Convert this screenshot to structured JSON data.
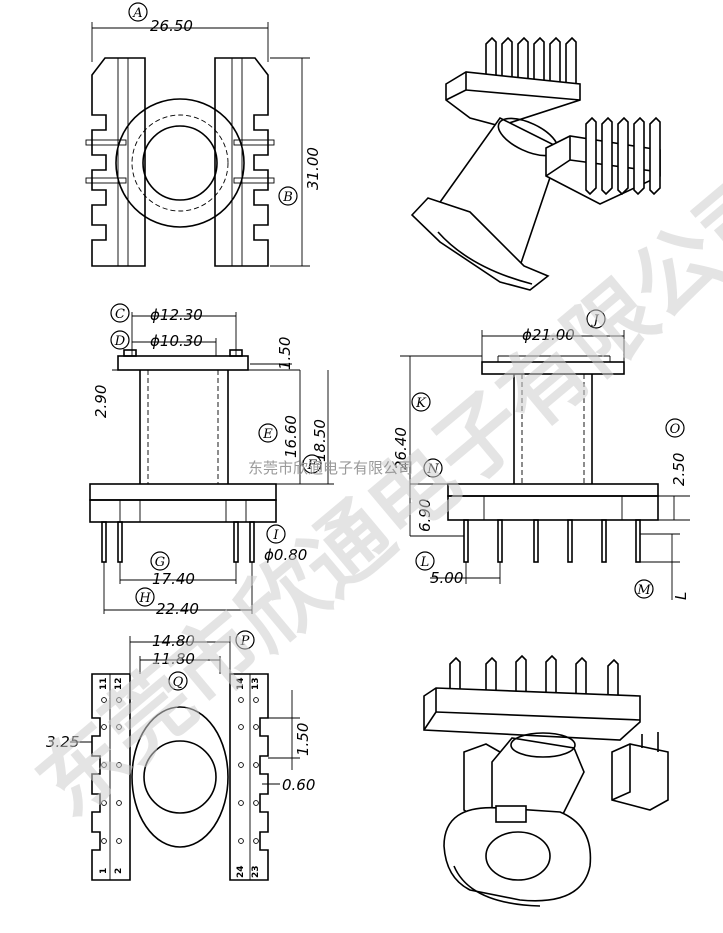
{
  "dimensions": {
    "top_width": "26.50",
    "top_height": "31.00",
    "c_dia": "ϕ12.30",
    "d_dia": "ϕ10.30",
    "flange_thk": "1.50",
    "d_offset": "2.90",
    "e_height": "16.60",
    "f_height": "18.50",
    "i_pin": "ϕ0.80",
    "g_span": "17.40",
    "h_width": "22.40",
    "j_dia": "ϕ21.00",
    "k_height": "26.40",
    "n_base": "6.90",
    "o_pin": "2.50",
    "l_pitch": "5.00",
    "m_label": "L",
    "p_width": "14.80",
    "q_width": "11.80",
    "left_step": "3.25",
    "right_step": "1.50",
    "slot_w": "0.60"
  },
  "labels": [
    "A",
    "B",
    "C",
    "D",
    "E",
    "F",
    "G",
    "H",
    "I",
    "J",
    "K",
    "L",
    "M",
    "N",
    "O",
    "P",
    "Q"
  ],
  "pin_numbers": {
    "top_left": [
      "11",
      "12"
    ],
    "top_right": [
      "14",
      "13"
    ],
    "bottom_left": [
      "1",
      "2"
    ],
    "bottom_right": [
      "24",
      "23"
    ]
  },
  "watermark": {
    "large": "东莞市欣通电子有限公司",
    "small": "东莞市欣通电子有限公司"
  }
}
